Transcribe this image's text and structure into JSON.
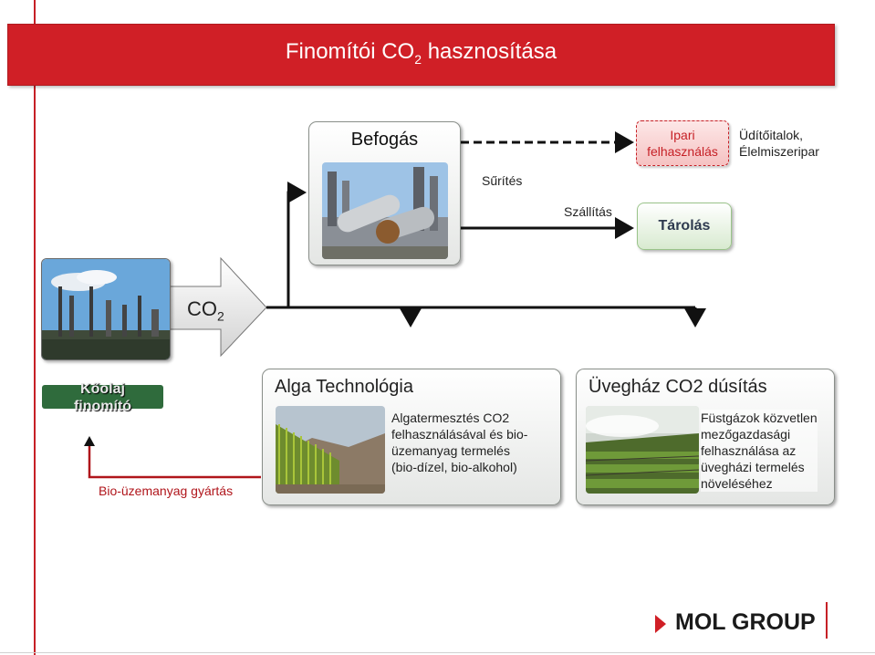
{
  "title": {
    "main": "Finomítói CO",
    "sub": "2",
    "rest": " hasznosítása"
  },
  "capture": {
    "label": "Befogás"
  },
  "industrial": {
    "label": "Ipari felhasználás",
    "line1": "Ipari",
    "line2": "felhasználás"
  },
  "industry_targets": {
    "line1": "Üdítőitalok,",
    "line2": "Élelmiszeripar"
  },
  "compression": {
    "label": "Sűrítés"
  },
  "transport": {
    "label": "Szállítás"
  },
  "storage": {
    "label": "Tárolás"
  },
  "co2_arrow": {
    "main": "CO",
    "sub": "2"
  },
  "refinery": {
    "line1": "Kőolaj",
    "line2": "finomító"
  },
  "biofuel": {
    "label": "Bio-üzemanyag gyártás"
  },
  "algae": {
    "title": "Alga Technológia",
    "desc": [
      "Algatermesztés CO2",
      "felhasználásával és bio-",
      "üzemanyag termelés",
      "(bio-dízel, bio-alkohol)"
    ]
  },
  "greenhouse": {
    "title": "Üvegház CO2 dúsítás",
    "desc": [
      "Füstgázok közvetlen",
      "mezőgazdasági",
      "felhasználása az",
      "üvegházi termelés",
      "növeléséhez"
    ]
  },
  "brand": {
    "logo_text": "MOL GROUP"
  },
  "colors": {
    "accent_red": "#d01f26",
    "refinery_green": "#2f6b3c",
    "storage_text": "#2e3a4f"
  }
}
